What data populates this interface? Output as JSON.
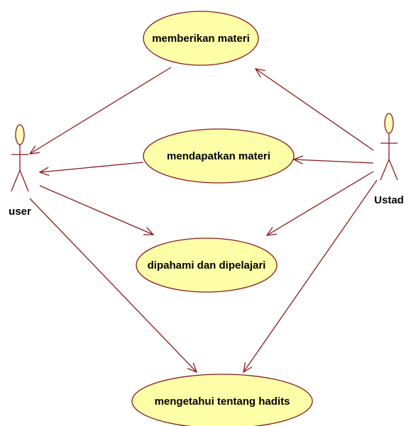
{
  "diagram": {
    "colors": {
      "line": "#8b1a1a",
      "usecase_fill": "#ffffa8",
      "actor_fill": "#ffffc0",
      "outline": "#8b1a1a",
      "text": "#000000"
    },
    "actors": {
      "user": {
        "label": "user"
      },
      "ustad": {
        "label": "Ustad"
      }
    },
    "usecases": {
      "memberikan": {
        "label": "memberikan materi"
      },
      "mendapatkan": {
        "label": "mendapatkan materi"
      },
      "dipahami": {
        "label": "dipahami dan dipelajari"
      },
      "mengetahui": {
        "label": "mengetahui tentang hadits"
      }
    }
  }
}
